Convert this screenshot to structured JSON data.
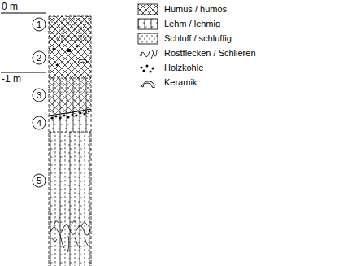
{
  "diagram": {
    "nodes": [
      {
        "text": [
          "1"
        ]
      },
      {
        "text": [
          "2"
        ]
      },
      {
        "text": [
          "3"
        ]
      },
      {
        "text": [
          "4"
        ]
      },
      {
        "text": [
          "5"
        ]
      }
    ],
    "labels": [
      "0 m",
      "-1 m"
    ],
    "legend": [
      {
        "text": "Humus / humos"
      },
      {
        "text": "Lehm / lehmig"
      },
      {
        "text": "Schluff / schluffig"
      },
      {
        "text": "Rostflecken / Schlieren"
      },
      {
        "text": "Holzkohle"
      },
      {
        "text": "Keramik"
      }
    ]
  }
}
